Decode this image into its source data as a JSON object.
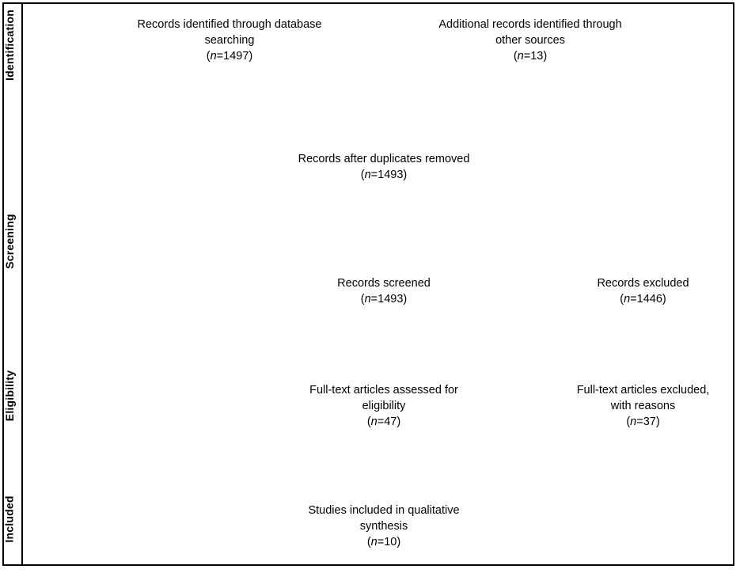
{
  "diagram": {
    "type": "prisma-flow-diagram",
    "background_color": "#ffffff",
    "line_color": "#000000"
  },
  "stages": [
    {
      "id": "identification",
      "label": "Identification"
    },
    {
      "id": "screening",
      "label": "Screening"
    },
    {
      "id": "eligibility",
      "label": "Eligibility"
    },
    {
      "id": "included",
      "label": "Included"
    }
  ],
  "boxes": {
    "database_records": {
      "title": "Records identified through database\nsearching",
      "count_open": "(",
      "count_n": "n",
      "count_value": "=1497",
      "count_close": ")"
    },
    "other_records": {
      "title": "Additional records identified through\nother sources",
      "count_open": "(",
      "count_n": "n",
      "count_value": "=13",
      "count_close": ")"
    },
    "duplicates_removed": {
      "title": "Records after duplicates removed",
      "count_open": "(",
      "count_n": "n",
      "count_value": "=1493",
      "count_close": ")"
    },
    "records_screened": {
      "title": "Records screened",
      "count_open": "(",
      "count_n": "n",
      "count_value": "=1493",
      "count_close": ")"
    },
    "records_excluded": {
      "title": "Records excluded",
      "count_open": "(",
      "count_n": "n",
      "count_value": "=1446",
      "count_close": ")"
    },
    "fulltext_assessed": {
      "title": "Full-text articles assessed for\neligibility",
      "count_open": "(",
      "count_n": "n",
      "count_value": "=47",
      "count_close": ")"
    },
    "fulltext_excluded": {
      "title": "Full-text articles excluded,\nwith reasons",
      "count_open": "(",
      "count_n": "n",
      "count_value": "=37",
      "count_close": ")"
    },
    "studies_included": {
      "title": "Studies included in qualitative\nsynthesis",
      "count_open": "(",
      "count_n": "n",
      "count_value": "=10",
      "count_close": ")"
    }
  }
}
